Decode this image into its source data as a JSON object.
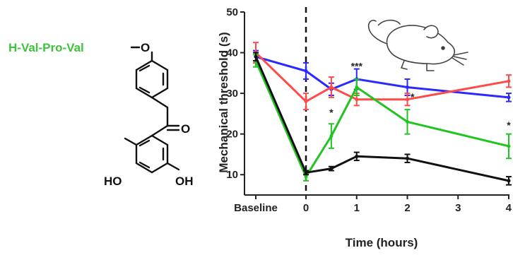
{
  "molecule": {
    "peptide_label": "H-Val-Pro-Val",
    "linker_atom": "O",
    "carbonyl_atom": "O",
    "hydroxyl_left": "HO",
    "hydroxyl_right": "OH",
    "peptide_color": "#3cc43c"
  },
  "mouse_icon": "mouse-icon",
  "chart_data": {
    "type": "line",
    "xlabel": "Time (hours)",
    "ylabel": "Mechanical threshold (s)",
    "ylim": [
      5,
      50
    ],
    "xlim": [
      -1,
      4
    ],
    "yticks": [
      10,
      20,
      30,
      40,
      50
    ],
    "xticks": [
      {
        "x": -1,
        "label": "Baseline"
      },
      {
        "x": 0,
        "label": "0"
      },
      {
        "x": 1,
        "label": "1"
      },
      {
        "x": 2,
        "label": "2"
      },
      {
        "x": 3,
        "label": "3"
      },
      {
        "x": 4,
        "label": "4"
      }
    ],
    "vline_x": 0,
    "series": [
      {
        "color": "#2a2aff",
        "points": [
          [
            -1,
            39
          ],
          [
            0,
            35.5
          ],
          [
            0.5,
            31
          ],
          [
            1,
            33.5
          ],
          [
            2,
            31.5
          ],
          [
            4,
            29
          ]
        ],
        "err": [
          1.5,
          2,
          1.5,
          2.5,
          2,
          1
        ]
      },
      {
        "color": "#ff4a4a",
        "points": [
          [
            -1,
            40
          ],
          [
            0,
            28
          ],
          [
            0.5,
            31.5
          ],
          [
            1,
            28.5
          ],
          [
            2,
            28.5
          ],
          [
            4,
            33
          ]
        ],
        "err": [
          2.5,
          2,
          2.5,
          1.5,
          1.5,
          1.5
        ]
      },
      {
        "color": "#22c422",
        "points": [
          [
            -1,
            38
          ],
          [
            0,
            9.5
          ],
          [
            0.5,
            19.5
          ],
          [
            1,
            31.5
          ],
          [
            2,
            23
          ],
          [
            4,
            17
          ]
        ],
        "err": [
          1.5,
          1,
          3,
          2,
          3,
          3
        ]
      },
      {
        "color": "#111111",
        "points": [
          [
            -1,
            39
          ],
          [
            0,
            10.5
          ],
          [
            0.5,
            11.5
          ],
          [
            1,
            14.5
          ],
          [
            2,
            14
          ],
          [
            4,
            8.5
          ]
        ],
        "err": [
          1,
          0.5,
          0.5,
          1,
          1,
          1
        ]
      }
    ],
    "annotations": [
      {
        "x": 0.5,
        "y": 24.5,
        "text": "*"
      },
      {
        "x": 1,
        "y": 35.8,
        "text": "***"
      },
      {
        "x": 2.1,
        "y": 28.3,
        "text": "*"
      },
      {
        "x": 4,
        "y": 21.3,
        "text": "*"
      }
    ]
  }
}
